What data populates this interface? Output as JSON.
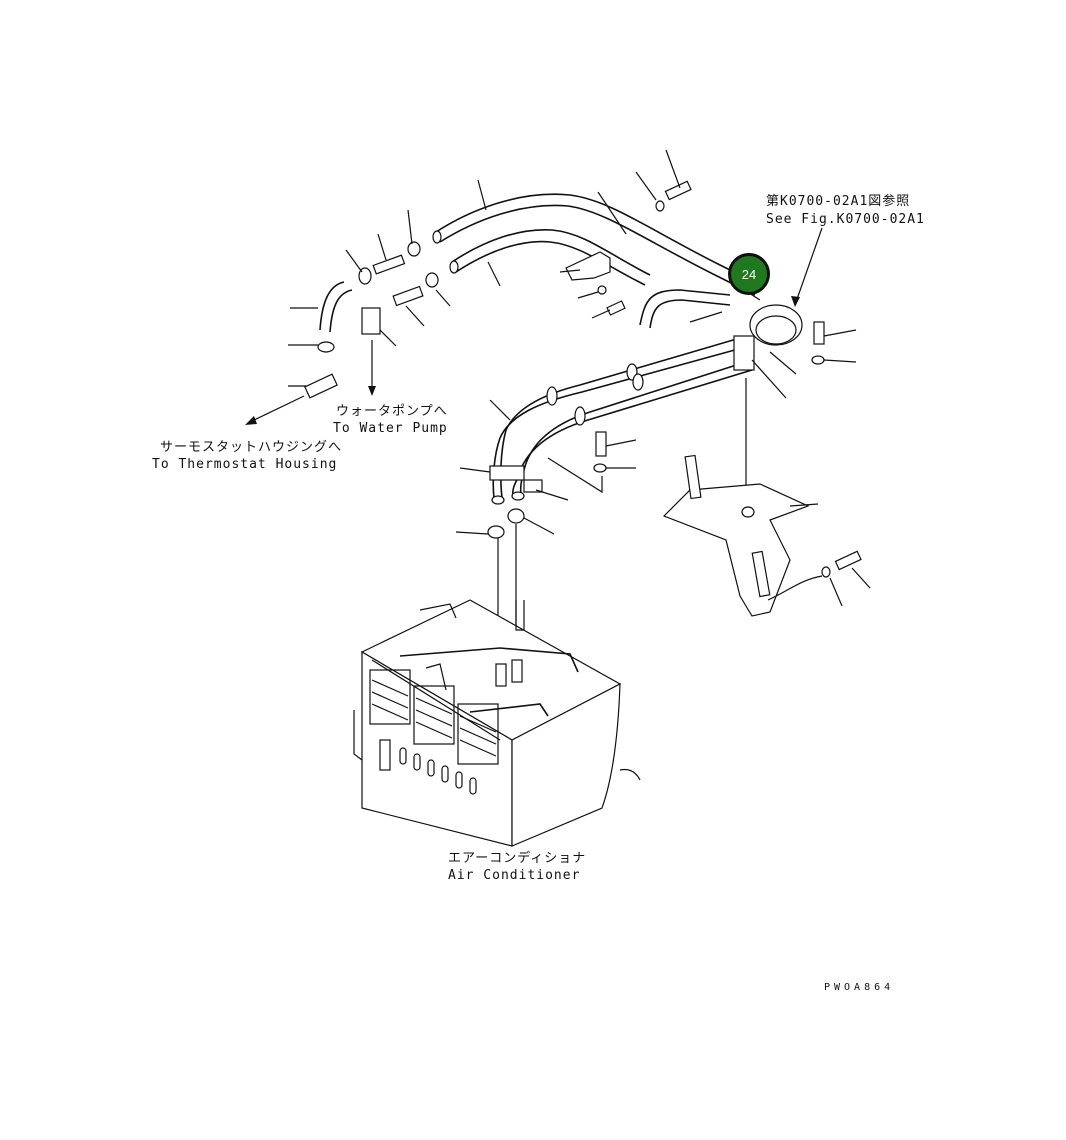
{
  "annotations": {
    "see_fig_jp": "第K0700-02A1図参照",
    "see_fig_en": "See Fig.K0700-02A1",
    "water_pump_jp": "ウォータポンプへ",
    "water_pump_en": "To Water Pump",
    "thermostat_jp": "サーモスタットハウジングへ",
    "thermostat_en": "To Thermostat Housing",
    "aircon_jp": "エアーコンディショナ",
    "aircon_en": "Air Conditioner",
    "drawing_code": "PWOA864"
  },
  "callout": {
    "number": "24",
    "fill_color": "#1f7a1f"
  }
}
